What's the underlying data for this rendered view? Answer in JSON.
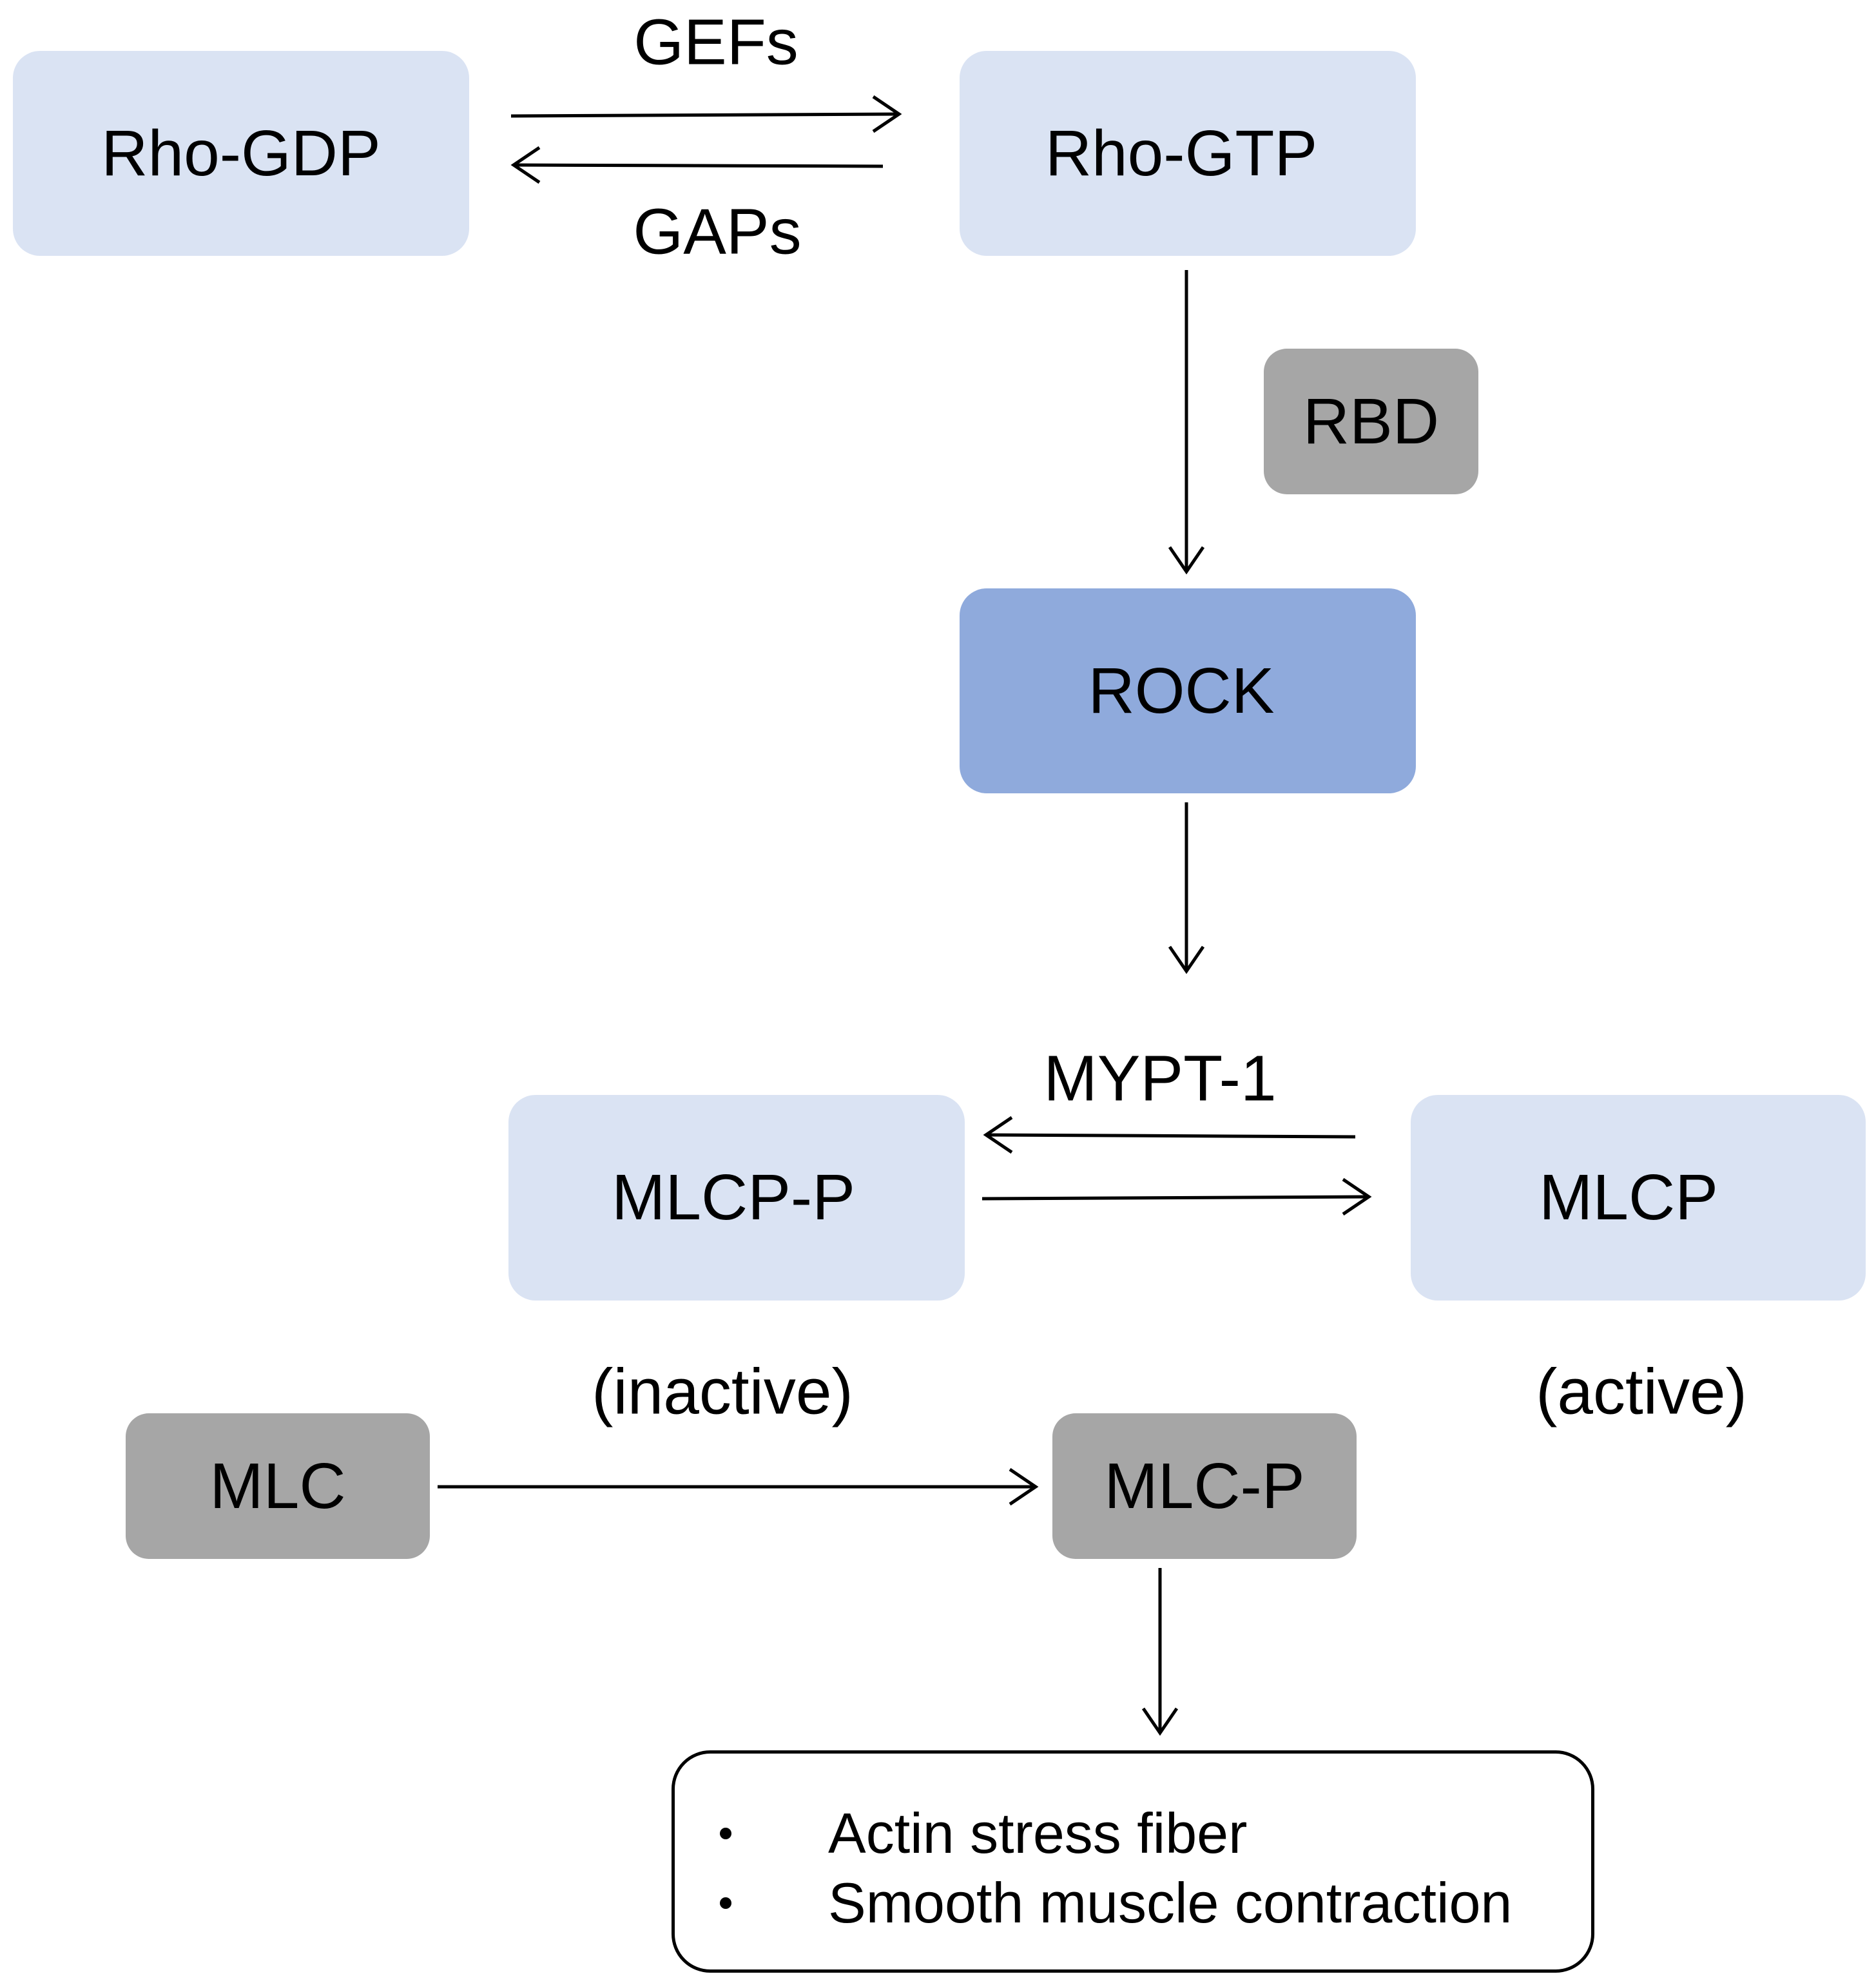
{
  "nodes": {
    "rho_gdp": "Rho-GDP",
    "rho_gtp": "Rho-GTP",
    "rbd": "RBD",
    "rock": "ROCK",
    "mlcp_p": "MLCP-P",
    "mlcp": "MLCP",
    "mlc": "MLC",
    "mlc_p": "MLC-P"
  },
  "labels": {
    "gefs": "GEFs",
    "gaps": "GAPs",
    "mypt1": "MYPT-1",
    "inactive": "(inactive)",
    "active": "(active)"
  },
  "outcomes": [
    "Actin stress fiber",
    "Smooth muscle contraction"
  ],
  "colors": {
    "light_node": "#dae3f3",
    "rock_node": "#8faadc",
    "grey_node": "#a6a6a6",
    "arrow": "#000000"
  }
}
